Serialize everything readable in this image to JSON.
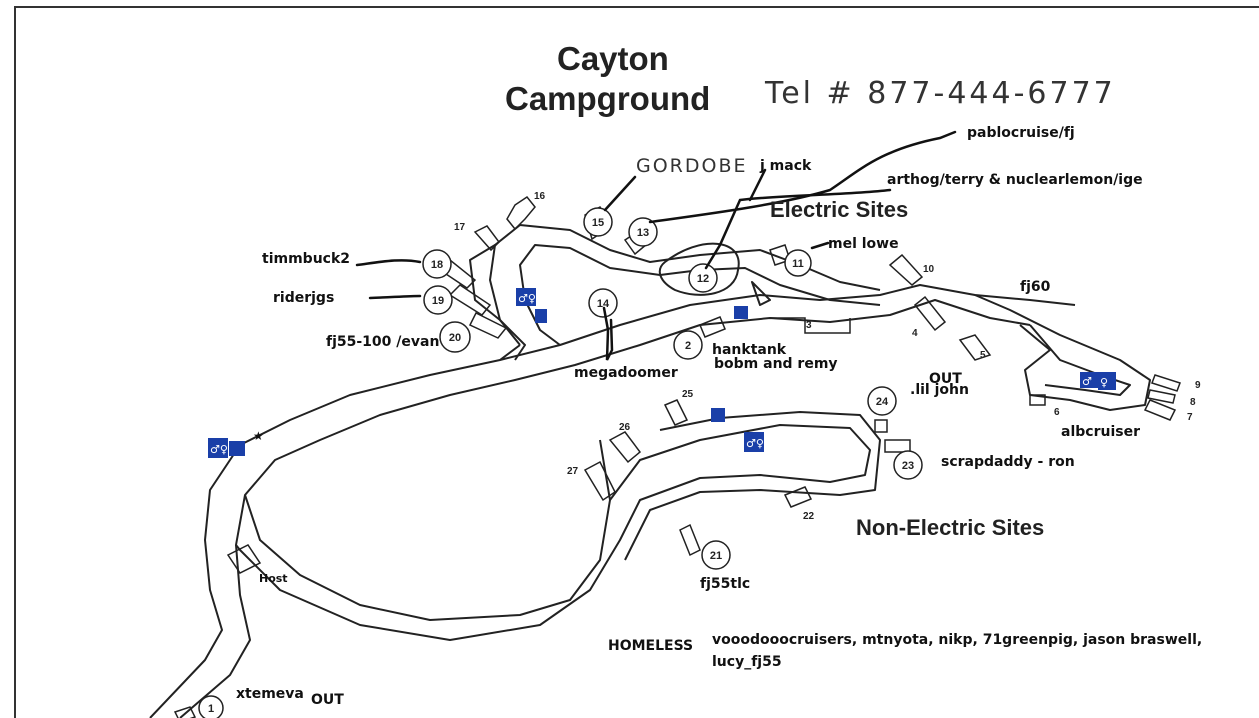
{
  "title": {
    "line1": "Cayton",
    "line2": "Campground"
  },
  "phone": "Tel # 877-444-6777",
  "gordobe": "GORDOBE",
  "sections": {
    "electric": "Electric Sites",
    "non_electric": "Non-Electric Sites"
  },
  "host": "Host",
  "star": "★",
  "annotations": {
    "pablocruise": "pablocruise/fj",
    "jmack": "j mack",
    "arthog": "arthog/terry & nuclearlemon/ige",
    "mel_lowe": "mel lowe",
    "timmbuck2": "timmbuck2",
    "riderjgs": "riderjgs",
    "fj55_100": "fj55-100 /evan",
    "megadoomer": "megadoomer",
    "hanktank": "hanktank",
    "bobm": "bobm  and remy",
    "out1": "OUT",
    "lil_john": ".lil john",
    "fj60": "fj60",
    "albcruiser": "albcruiser",
    "scrapdaddy": "scrapdaddy - ron",
    "fj55tlc": "fj55tlc",
    "homeless": "HOMELESS",
    "homeless_list_1": "vooodooocruisers, mtnyota, nikp, 71greenpig, jason braswell,",
    "homeless_list_2": "lucy_fj55",
    "xtemeva": "xtemeva",
    "out2": "OUT"
  },
  "circled_sites": [
    "1",
    "2",
    "11",
    "12",
    "13",
    "14",
    "15",
    "18",
    "19",
    "20",
    "21",
    "23",
    "24"
  ],
  "plain_sites": [
    "3",
    "4",
    "5",
    "6",
    "7",
    "8",
    "9",
    "10",
    "16",
    "17",
    "22",
    "25",
    "26",
    "27"
  ],
  "restroom_icon": "restroom-icon",
  "water_icon": "water-icon"
}
